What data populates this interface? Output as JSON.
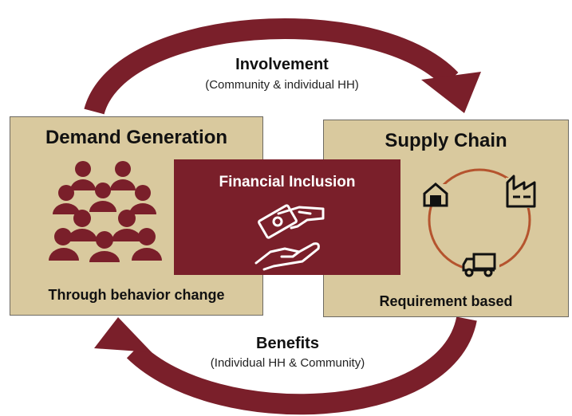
{
  "involvement": {
    "title": "Involvement",
    "subtitle": "(Community & individual HH)"
  },
  "benefits": {
    "title": "Benefits",
    "subtitle": "(Individual HH & Community)"
  },
  "demand_generation": {
    "title": "Demand Generation",
    "subtitle": "Through behavior change",
    "icon": "people-group-icon"
  },
  "supply_chain": {
    "title": "Supply Chain",
    "subtitle": "Requirement based",
    "icons": [
      "warehouse-icon",
      "factory-icon",
      "truck-icon"
    ]
  },
  "financial_inclusion": {
    "title": "Financial Inclusion",
    "icon": "money-hand-icon"
  },
  "colors": {
    "maroon": "#7a1f2a",
    "panel_bg": "#d9c99e",
    "cycle_ring": "#b5542e"
  }
}
